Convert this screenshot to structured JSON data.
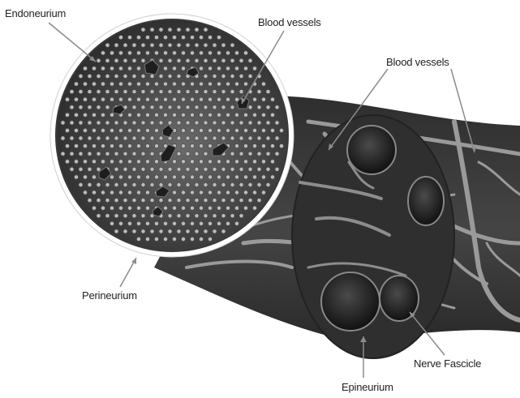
{
  "labels": {
    "endoneurium": "Endoneurium",
    "blood_vessels_inner": "Blood vessels",
    "blood_vessels_outer": "Blood vessels",
    "perineurium": "Perineurium",
    "nerve_fascicle": "Nerve Fascicle",
    "epineurium": "Epineurium"
  },
  "colors": {
    "background": "#ffffff",
    "nerve_body": "#3b3b3b",
    "vessel": "#9a9a9a",
    "fascicle": "#1c1c1c",
    "leader_line": "#8c8c8c"
  }
}
